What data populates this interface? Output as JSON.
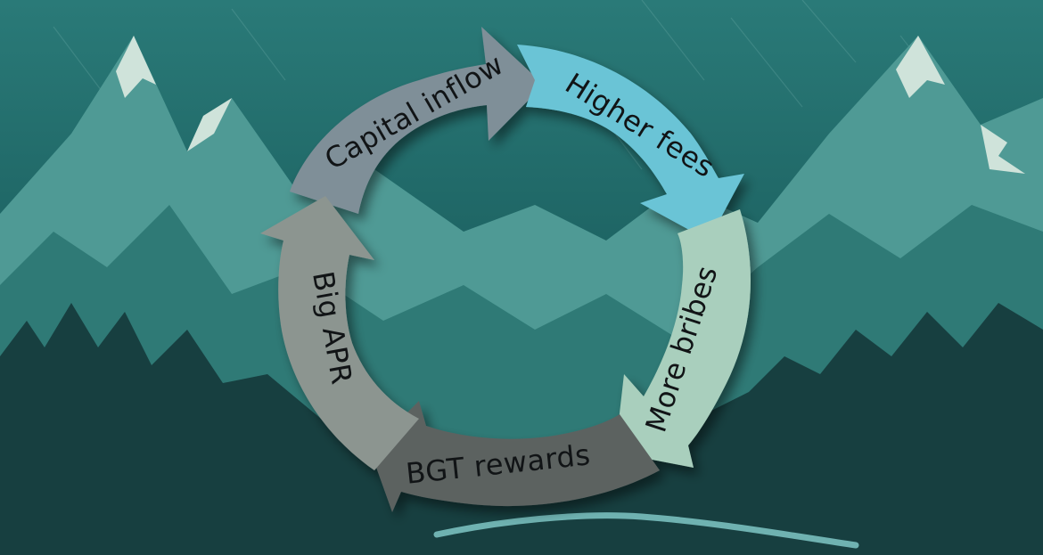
{
  "diagram": {
    "type": "cycle",
    "steps": [
      {
        "label": "Capital inflow",
        "color": "#7f8f98"
      },
      {
        "label": "Higher fees",
        "color": "#6ac4d6"
      },
      {
        "label": "More bribes",
        "color": "#a9cfbd"
      },
      {
        "label": "BGT rewards",
        "color": "#5c6261"
      },
      {
        "label": "Big APR",
        "color": "#8c9590"
      }
    ],
    "text_color": "#111416"
  },
  "background": {
    "sky_top": "#2a7a78",
    "sky_bottom": "#0f4a4b",
    "mountain_far": "#4f9a95",
    "mountain_mid": "#2f7a76",
    "mountain_near": "#173f40",
    "snow": "#cfe3da",
    "river": "#6fb2b1"
  }
}
